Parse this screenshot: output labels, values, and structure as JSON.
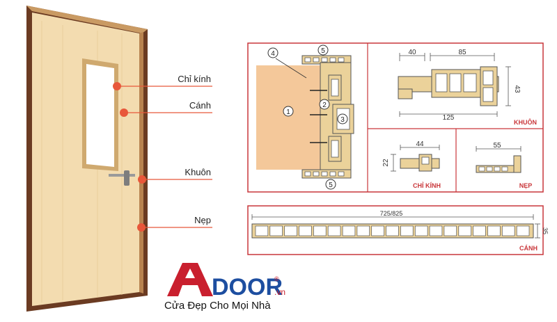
{
  "callouts": {
    "chi_kinh": "Chỉ kính",
    "canh": "Cánh",
    "khuon": "Khuôn",
    "nep": "Nẹp"
  },
  "section": {
    "markers": [
      "4",
      "5",
      "1",
      "2",
      "3",
      "5"
    ],
    "marker_label_4": "4",
    "marker_label_5_top": "5",
    "marker_label_1": "1",
    "marker_label_2": "2",
    "marker_label_3": "3",
    "marker_label_5_bottom": "5"
  },
  "khuon_panel": {
    "dim_left": "40",
    "dim_top": "85",
    "dim_height": "43",
    "dim_bottom": "125",
    "title": "KHUÔN"
  },
  "chi_kinh_panel": {
    "dim_top": "44",
    "dim_side": "22",
    "title": "CHỈ KÍNH"
  },
  "nep_panel": {
    "dim_top": "55",
    "title": "NẸP"
  },
  "canh_panel": {
    "dim_width": "725/825",
    "dim_height": "35",
    "title": "CÁNH"
  },
  "logo": {
    "brand": "DOOR",
    "suffix": ".vn",
    "registered": "®",
    "tagline": "Cửa Đẹp Cho Mọi Nhà"
  },
  "colors": {
    "accent": "#e8573a",
    "wood": "#f3dcb0",
    "wood_dark": "#5a3320",
    "profile": "#ebd29a",
    "panel_border": "#c9363a"
  }
}
